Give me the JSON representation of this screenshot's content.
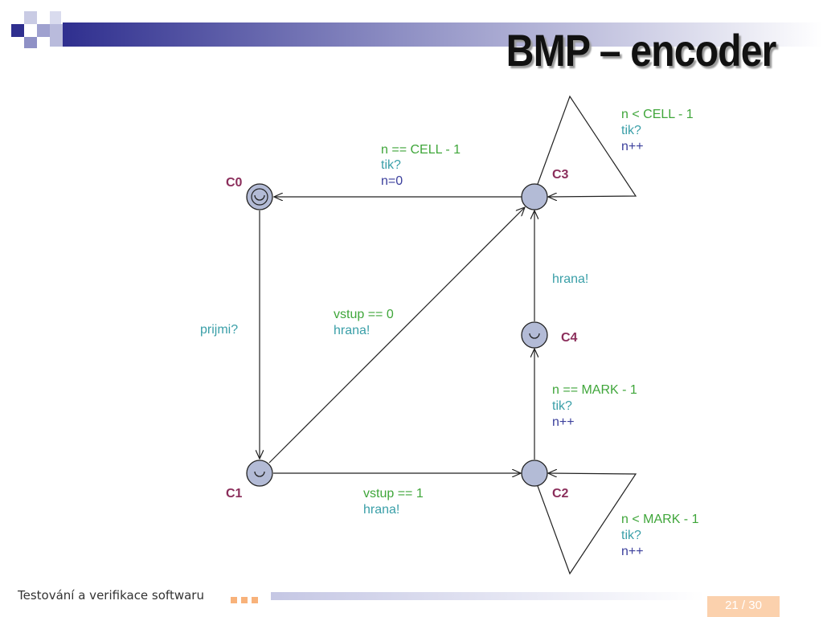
{
  "slide": {
    "title": "BMP – encoder",
    "footer": "Testování a verifikace softwaru",
    "page": "21 / 30"
  },
  "colors": {
    "state_fill": "#b3bbd6",
    "state_name": "#8b2e5b",
    "guard": "#3fa63a",
    "sync": "#3a9fa8",
    "update": "#3b3f9c",
    "accent": "#3c3a96"
  },
  "states": {
    "c0": "C0",
    "c1": "C1",
    "c2": "C2",
    "c3": "C3",
    "c4": "C4"
  },
  "edges": {
    "c3_c0": {
      "guard": "n == CELL - 1",
      "sync": "tik?",
      "update": "n=0"
    },
    "c3_loop": {
      "guard": "n < CELL - 1",
      "sync": "tik?",
      "update": "n++"
    },
    "c0_c1": {
      "sync": "prijmi?"
    },
    "c1_c3": {
      "guard": "vstup == 0",
      "sync": "hrana!"
    },
    "c4_c3": {
      "sync": "hrana!"
    },
    "c2_c4": {
      "guard": "n == MARK - 1",
      "sync": "tik?",
      "update": "n++"
    },
    "c1_c2": {
      "guard": "vstup == 1",
      "sync": "hrana!"
    },
    "c2_loop": {
      "guard": "n < MARK - 1",
      "sync": "tik?",
      "update": "n++"
    }
  }
}
